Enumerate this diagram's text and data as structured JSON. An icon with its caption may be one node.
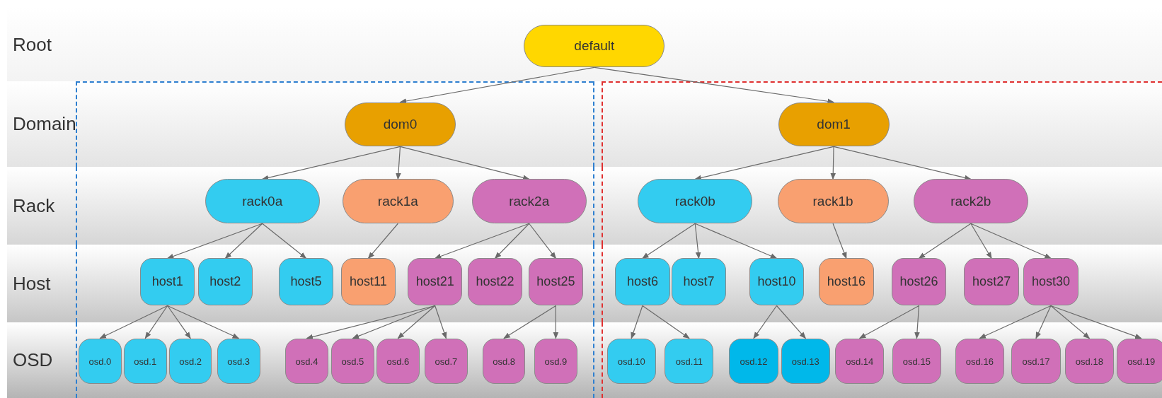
{
  "diagram": {
    "nodes": [
      {
        "text": [
          "Root"
        ]
      },
      {
        "text": [
          "Domain"
        ]
      },
      {
        "text": [
          "Rack"
        ]
      },
      {
        "text": [
          "Host"
        ]
      },
      {
        "text": [
          "OSD"
        ]
      },
      {
        "text": [
          "default"
        ],
        "in": 0
      },
      {
        "text": [
          "dom0"
        ],
        "in": 1
      },
      {
        "text": [
          "dom1"
        ],
        "in": 1
      },
      {
        "text": [
          "rack0a"
        ],
        "in": 2
      },
      {
        "text": [
          "rack1a"
        ],
        "in": 2
      },
      {
        "text": [
          "rack2a"
        ],
        "in": 2
      },
      {
        "text": [
          "rack0b"
        ],
        "in": 2
      },
      {
        "text": [
          "rack1b"
        ],
        "in": 2
      },
      {
        "text": [
          "rack2b"
        ],
        "in": 2
      },
      {
        "text": [
          "host1"
        ],
        "in": 3
      },
      {
        "text": [
          "host2"
        ],
        "in": 3
      },
      {
        "text": [
          "host5"
        ],
        "in": 3
      },
      {
        "text": [
          "host11"
        ],
        "in": 3
      },
      {
        "text": [
          "host21"
        ],
        "in": 3
      },
      {
        "text": [
          "host22"
        ],
        "in": 3
      },
      {
        "text": [
          "host25"
        ],
        "in": 3
      },
      {
        "text": [
          "host6"
        ],
        "in": 3
      },
      {
        "text": [
          "host7"
        ],
        "in": 3
      },
      {
        "text": [
          "host10"
        ],
        "in": 3
      },
      {
        "text": [
          "host16"
        ],
        "in": 3
      },
      {
        "text": [
          "host26"
        ],
        "in": 3
      },
      {
        "text": [
          "host27"
        ],
        "in": 3
      },
      {
        "text": [
          "host30"
        ],
        "in": 3
      },
      {
        "text": [
          "osd.0"
        ],
        "in": 4
      },
      {
        "text": [
          "osd.1"
        ],
        "in": 4
      },
      {
        "text": [
          "osd.2"
        ],
        "in": 4
      },
      {
        "text": [
          "osd.3"
        ],
        "in": 4
      },
      {
        "text": [
          "osd.4"
        ],
        "in": 4
      },
      {
        "text": [
          "osd.5"
        ],
        "in": 4
      },
      {
        "text": [
          "osd.6"
        ],
        "in": 4
      },
      {
        "text": [
          "osd.7"
        ],
        "in": 4
      },
      {
        "text": [
          "osd.8"
        ],
        "in": 4
      },
      {
        "text": [
          "osd.9"
        ],
        "in": 4
      },
      {
        "text": [
          "osd.10"
        ],
        "in": 4
      },
      {
        "text": [
          "osd.11"
        ],
        "in": 4
      },
      {
        "text": [
          "osd.12"
        ],
        "in": 4
      },
      {
        "text": [
          "osd.13"
        ],
        "in": 4
      },
      {
        "text": [
          "osd.14"
        ],
        "in": 4
      },
      {
        "text": [
          "osd.15"
        ],
        "in": 4
      },
      {
        "text": [
          "osd.16"
        ],
        "in": 4
      },
      {
        "text": [
          "osd.17"
        ],
        "in": 4
      },
      {
        "text": [
          "osd.18"
        ],
        "in": 4
      },
      {
        "text": [
          "osd.19"
        ],
        "in": 4
      }
    ],
    "edges": [
      {
        "from": 5,
        "to": 6,
        "arrow": "to"
      },
      {
        "from": 5,
        "to": 7,
        "arrow": "to"
      },
      {
        "from": 6,
        "to": 8,
        "arrow": "to"
      },
      {
        "from": 6,
        "to": 9,
        "arrow": "to"
      },
      {
        "from": 6,
        "to": 10,
        "arrow": "to"
      },
      {
        "from": 7,
        "to": 11,
        "arrow": "to"
      },
      {
        "from": 7,
        "to": 12,
        "arrow": "to"
      },
      {
        "from": 7,
        "to": 13,
        "arrow": "to"
      },
      {
        "from": 8,
        "to": 14,
        "arrow": "to"
      },
      {
        "from": 8,
        "to": 15,
        "arrow": "to"
      },
      {
        "from": 8,
        "to": 16,
        "arrow": "to"
      },
      {
        "from": 9,
        "to": 17,
        "arrow": "to"
      },
      {
        "from": 10,
        "to": 18,
        "arrow": "to"
      },
      {
        "from": 10,
        "to": 19,
        "arrow": "to"
      },
      {
        "from": 10,
        "to": 20,
        "arrow": "to"
      },
      {
        "from": 11,
        "to": 21,
        "arrow": "to"
      },
      {
        "from": 11,
        "to": 22,
        "arrow": "to"
      },
      {
        "from": 11,
        "to": 23,
        "arrow": "to"
      },
      {
        "from": 12,
        "to": 24,
        "arrow": "to"
      },
      {
        "from": 13,
        "to": 25,
        "arrow": "to"
      },
      {
        "from": 13,
        "to": 26,
        "arrow": "to"
      },
      {
        "from": 13,
        "to": 27,
        "arrow": "to"
      },
      {
        "from": 14,
        "to": 28,
        "arrow": "to"
      },
      {
        "from": 14,
        "to": 29,
        "arrow": "to"
      },
      {
        "from": 14,
        "to": 30,
        "arrow": "to"
      },
      {
        "from": 14,
        "to": 31,
        "arrow": "to"
      },
      {
        "from": 18,
        "to": 32,
        "arrow": "to"
      },
      {
        "from": 18,
        "to": 33,
        "arrow": "to"
      },
      {
        "from": 18,
        "to": 34,
        "arrow": "to"
      },
      {
        "from": 18,
        "to": 35,
        "arrow": "to"
      },
      {
        "from": 20,
        "to": 36,
        "arrow": "to"
      },
      {
        "from": 20,
        "to": 37,
        "arrow": "to"
      },
      {
        "from": 21,
        "to": 38,
        "arrow": "to"
      },
      {
        "from": 21,
        "to": 39,
        "arrow": "to"
      },
      {
        "from": 23,
        "to": 40,
        "arrow": "to"
      },
      {
        "from": 23,
        "to": 41,
        "arrow": "to"
      },
      {
        "from": 25,
        "to": 42,
        "arrow": "to"
      },
      {
        "from": 25,
        "to": 43,
        "arrow": "to"
      },
      {
        "from": 27,
        "to": 44,
        "arrow": "to"
      },
      {
        "from": 27,
        "to": 45,
        "arrow": "to"
      },
      {
        "from": 27,
        "to": 46,
        "arrow": "to"
      },
      {
        "from": 27,
        "to": 47,
        "arrow": "to"
      }
    ]
  }
}
